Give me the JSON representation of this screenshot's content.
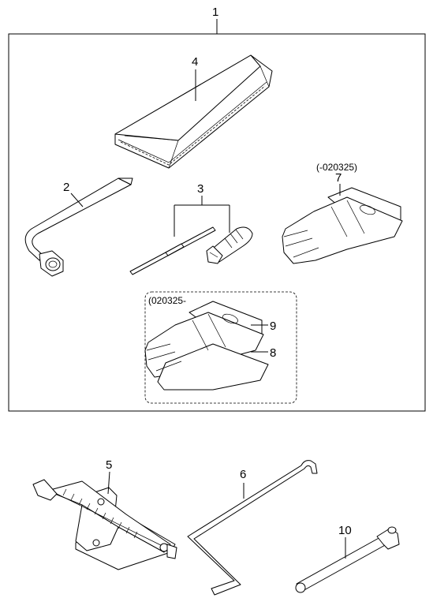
{
  "labels": {
    "p1": "1",
    "p2": "2",
    "p3": "3",
    "p4": "4",
    "p5": "5",
    "p6": "6",
    "p7": "7",
    "p8": "8",
    "p9": "9",
    "p10": "10"
  },
  "notes": {
    "before_date": "(-020325)",
    "after_date": "(020325-"
  }
}
